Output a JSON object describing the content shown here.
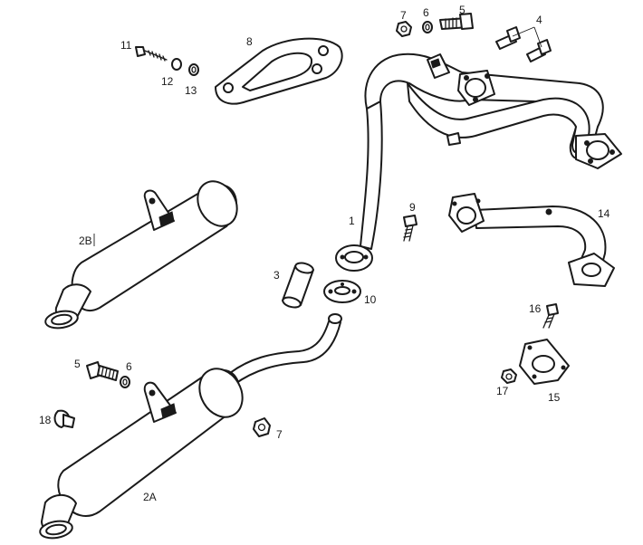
{
  "diagram": {
    "colors": {
      "line": "#1a1a1a",
      "background": "#ffffff",
      "label": "#1a1a1a"
    },
    "callouts": {
      "c1": "1",
      "c2a": "2A",
      "c2b": "2B",
      "c3": "3",
      "c4": "4",
      "c5_top": "5",
      "c5_left": "5",
      "c6_top": "6",
      "c6_left": "6",
      "c7_top": "7",
      "c7_bottom": "7",
      "c8": "8",
      "c9": "9",
      "c10": "10",
      "c11": "11",
      "c12": "12",
      "c13": "13",
      "c14": "14",
      "c15": "15",
      "c16": "16",
      "c17": "17",
      "c18": "18"
    }
  }
}
